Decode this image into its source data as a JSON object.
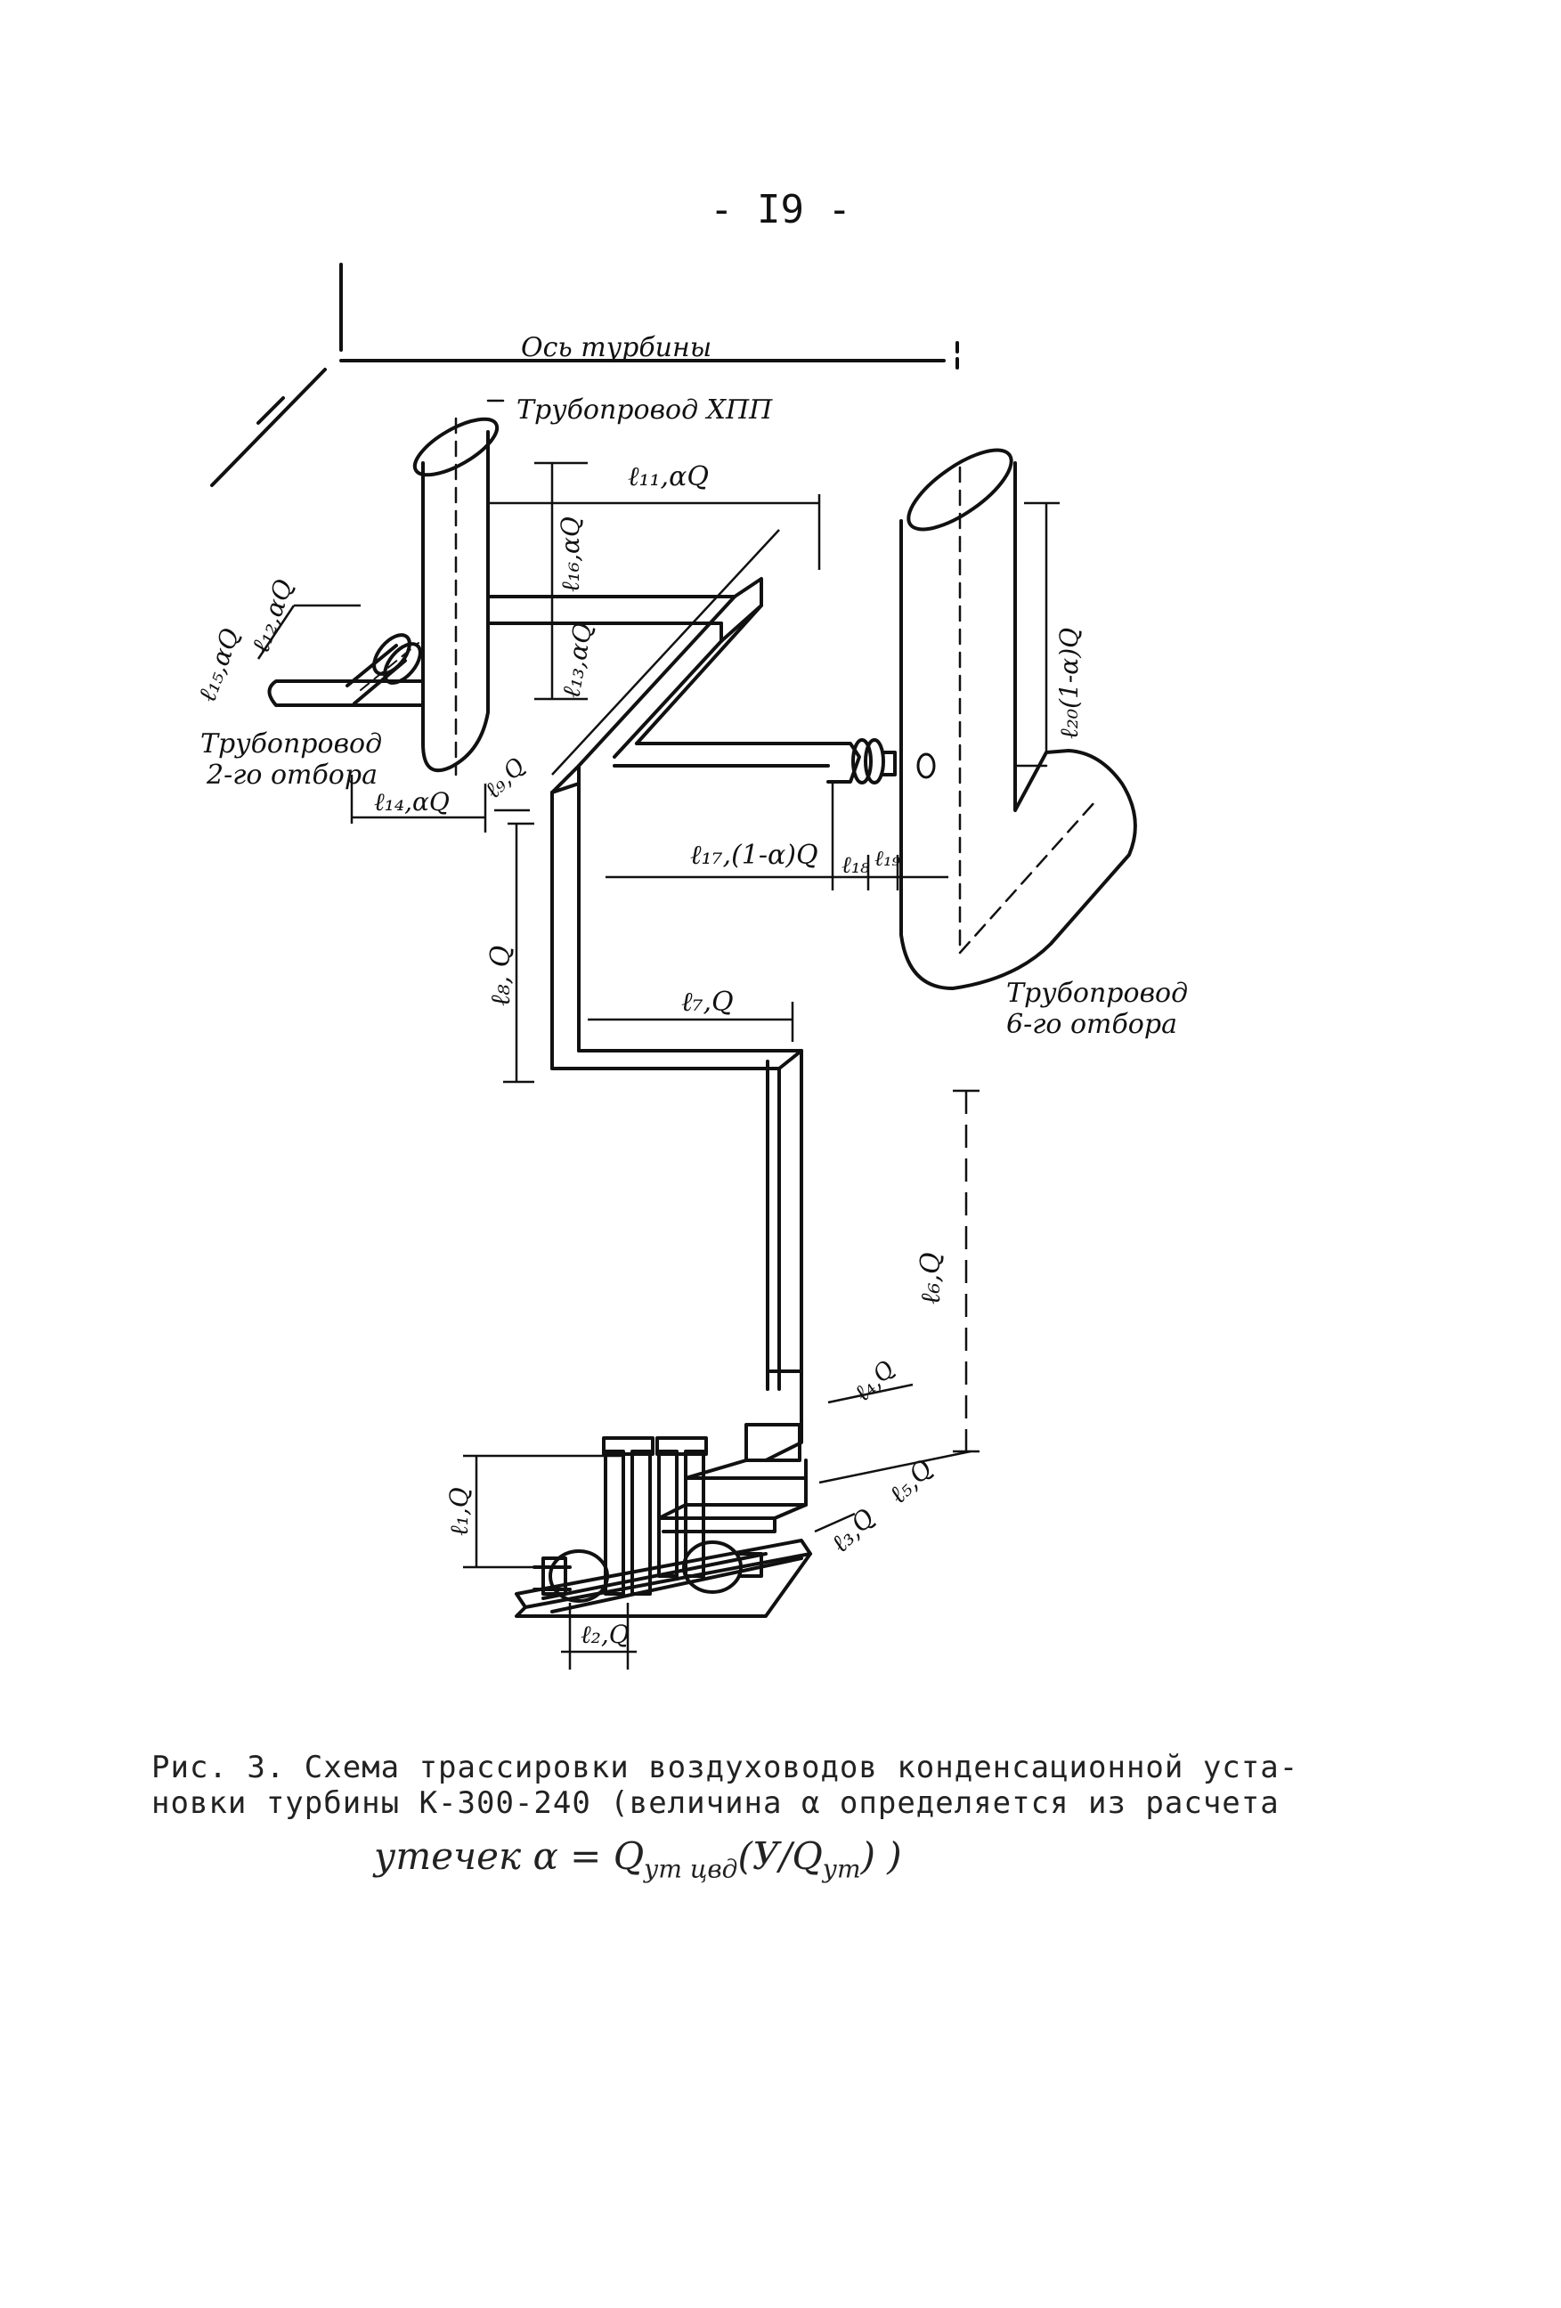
{
  "page": {
    "number": "- I9 -"
  },
  "diagram": {
    "labels": {
      "turbine_axis": "Ось турбины",
      "cold_reheat_pipe": "Трубопровод ХПП",
      "pipe_2nd_extraction_line1": "Трубопровод",
      "pipe_2nd_extraction_line2": "2-го отбора",
      "pipe_6th_extraction_line1": "Трубопровод",
      "pipe_6th_extraction_line2": "6-го отбора"
    },
    "dimensions": {
      "l11": "ℓ₁₁,αQ",
      "l16": "ℓ₁₆,αQ",
      "l13": "ℓ₁₃,αQ",
      "l12": "ℓ₁₂,αQ",
      "l15": "ℓ₁₅,αQ",
      "l14": "ℓ₁₄,αQ",
      "l9": "ℓ₉,Q",
      "l20": "ℓ₂₀(1-α)Q",
      "l17": "ℓ₁₇,(1-α)Q",
      "l18": "ℓ₁₈",
      "l19": "ℓ₁₉",
      "l8": "ℓ₈, Q",
      "l7": "ℓ₇,Q",
      "l6": "ℓ₆,Q",
      "l4": "ℓ₄,Q",
      "l5": "ℓ₅,Q",
      "l3": "ℓ₃,Q",
      "l1": "ℓ₁,Q",
      "l2": "ℓ₂,Q"
    }
  },
  "caption": {
    "line1": "Рис. 3. Схема трассировки воздуховодов конденсационной уста-",
    "line2": "новки турбины К-300-240 (величина α  определяется из расчета",
    "line3": "утечек α = Q",
    "line3_sub": "ут цвд",
    "line3_tail": "(У/Q",
    "line3_sub2": "ут",
    "line3_end": ") )"
  }
}
